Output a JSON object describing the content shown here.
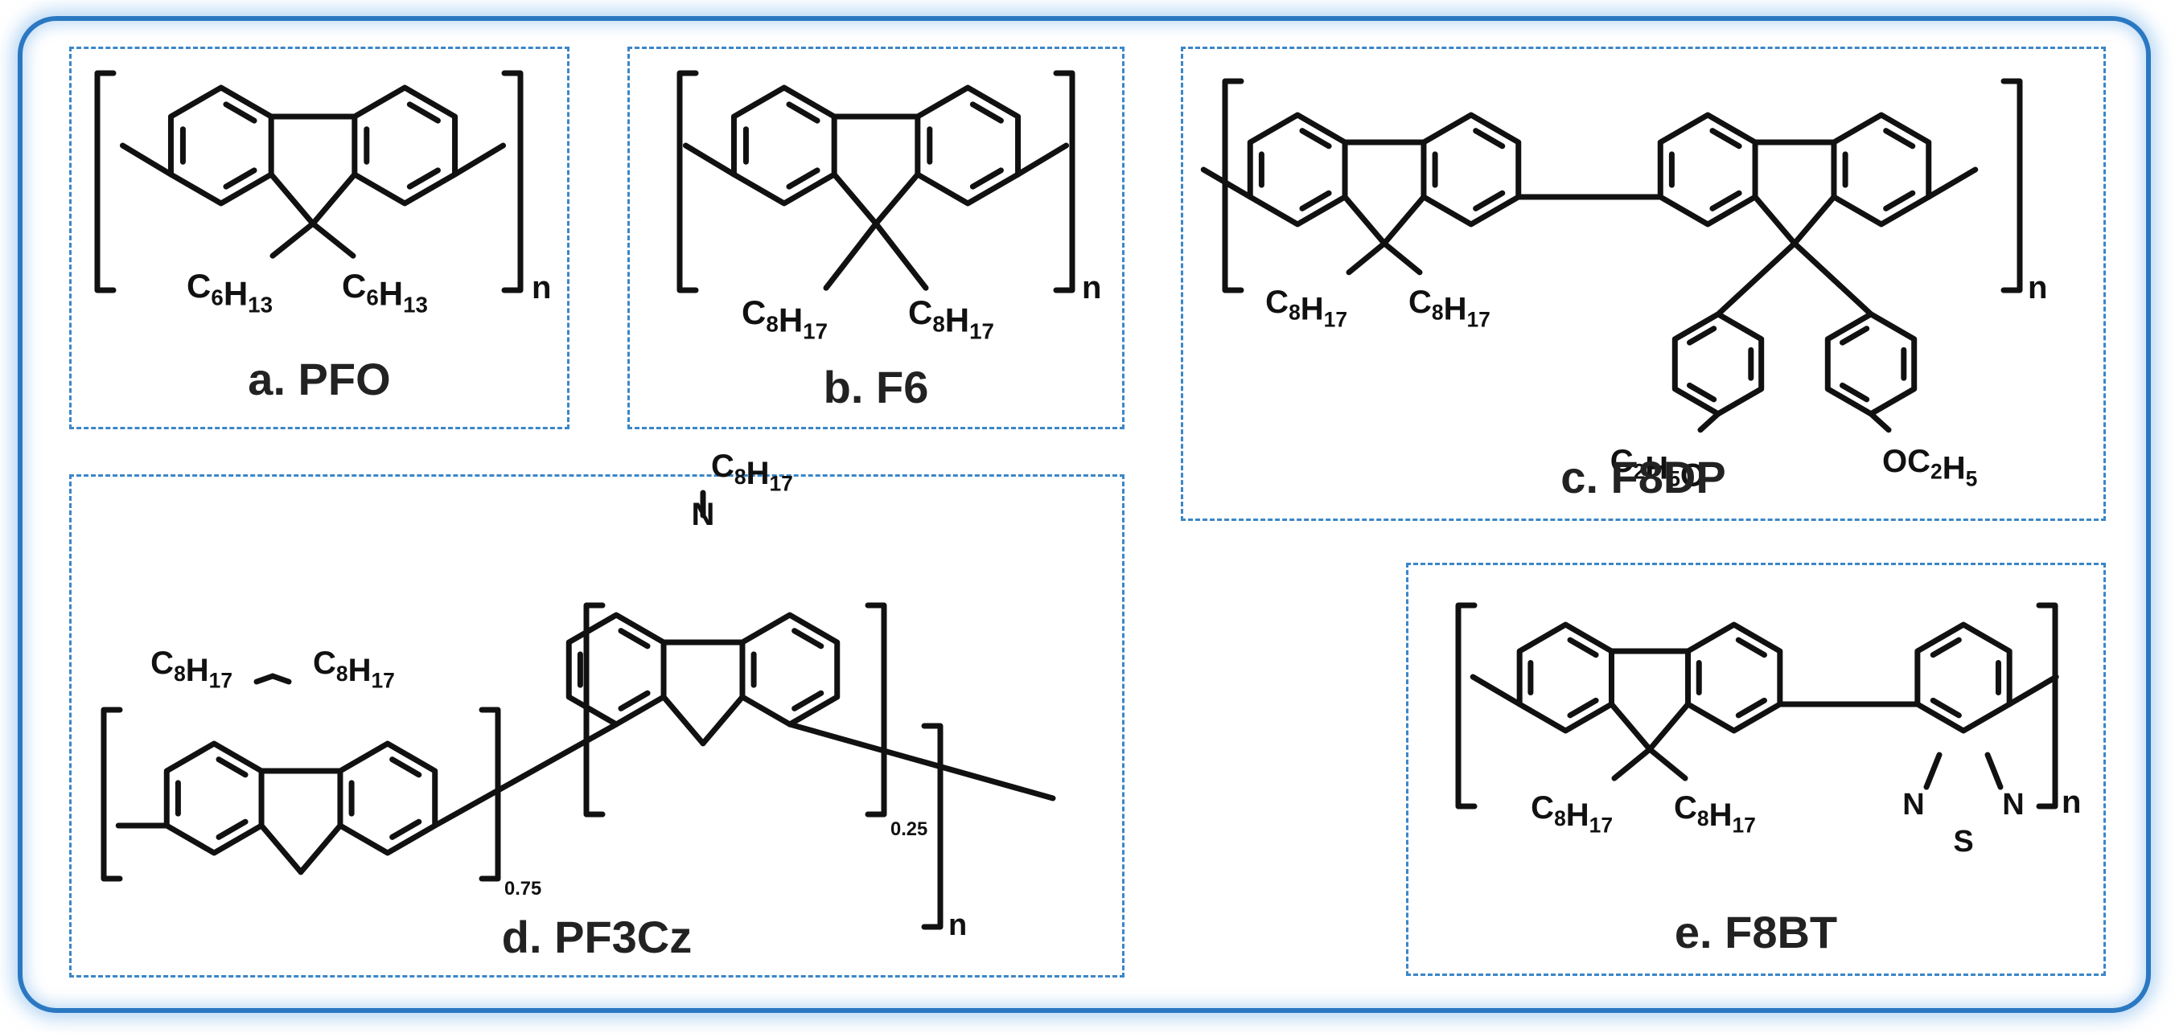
{
  "panels": [
    {
      "id": "a",
      "caption": "a. PFO",
      "substituents": [
        "C6H13",
        "C6H13"
      ],
      "subscript": "n"
    },
    {
      "id": "b",
      "caption": "b. F6",
      "substituents": [
        "C8H17",
        "C8H17"
      ],
      "subscript": "n"
    },
    {
      "id": "c",
      "caption": "c. F8DP",
      "substituents": [
        "C8H17",
        "C8H17",
        "C2H5O",
        "OC2H5"
      ],
      "subscript": "n"
    },
    {
      "id": "d",
      "caption": "d. PF3Cz",
      "substituents": [
        "C8H17",
        "C8H17",
        "C8H17"
      ],
      "atoms": [
        "N"
      ],
      "subscripts": [
        "0.75",
        "0.25",
        "n"
      ]
    },
    {
      "id": "e",
      "caption": "e. F8BT",
      "substituents": [
        "C8H17",
        "C8H17"
      ],
      "atoms": [
        "N",
        "S",
        "N"
      ],
      "subscript": "n"
    }
  ],
  "colors": {
    "frame": "#2a78c2",
    "panel_border": "#3b86c8",
    "bond": "#111111",
    "caption": "#222222"
  }
}
